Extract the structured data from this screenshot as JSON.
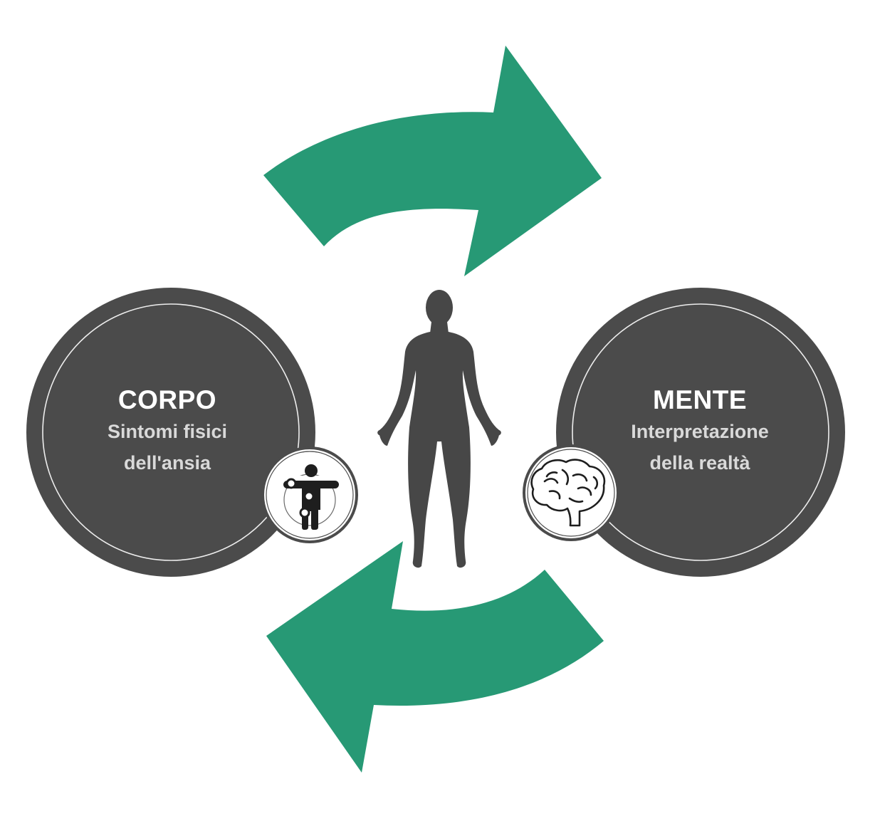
{
  "colors": {
    "arrow": "#279975",
    "circle": "#4b4b4b",
    "figure": "#474747",
    "badge_ring": "#4b4b4b"
  },
  "corpo": {
    "title": "CORPO",
    "subtitle_line1": "Sintomi fisici",
    "subtitle_line2": "dell'ansia",
    "icon": "body-joints-icon"
  },
  "mente": {
    "title": "MENTE",
    "subtitle_line1": "Interpretazione",
    "subtitle_line2": "della realtà",
    "icon": "brain-icon"
  },
  "center": {
    "icon": "human-silhouette-icon"
  }
}
